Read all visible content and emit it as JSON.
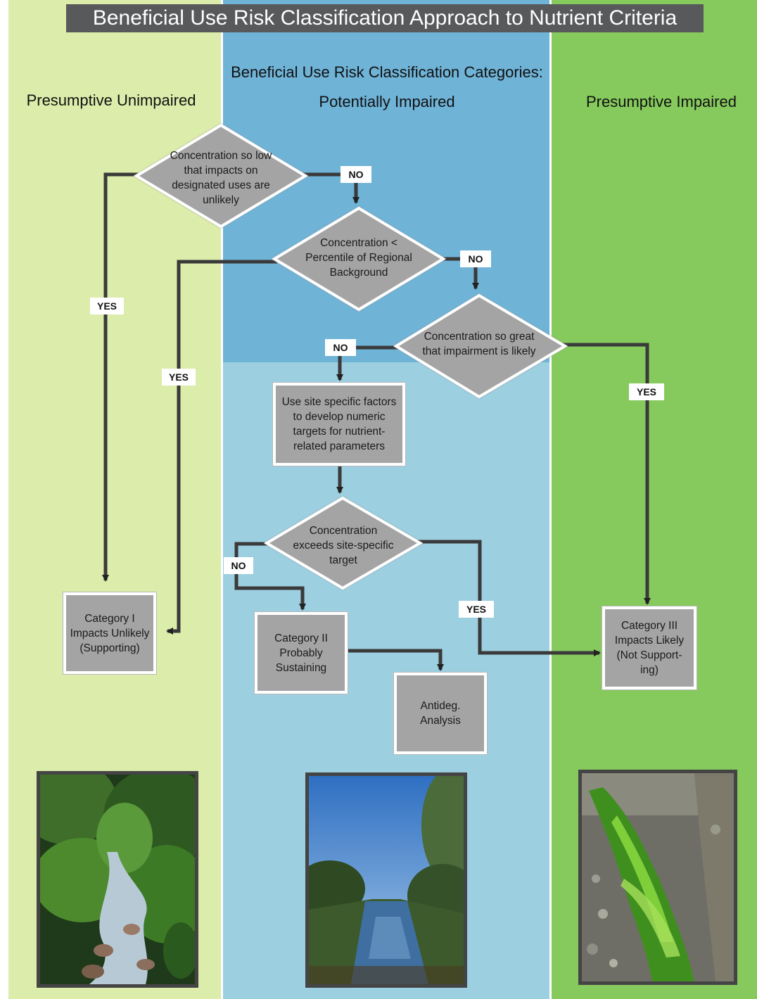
{
  "title": "Beneficial Use Risk Classification Approach to Nutrient Criteria",
  "categories_heading": "Beneficial Use Risk Classification Categories:",
  "columns": {
    "left": "Presumptive Unimpaired",
    "middle": "Potentially Impaired",
    "right": "Presumptive Impaired"
  },
  "nodes": {
    "d1": "Concentration so low that impacts on designated uses are unlikely",
    "d2": "Concentration < Percentile of Regional Background",
    "d3": "Concentration so great that impairment is likely",
    "site_factors": "Use site specific factors to develop numeric targets for nutrient-related parameters",
    "d4": "Concentration exceeds site-specific target",
    "cat1": "Category I Impacts Unlikely (Supporting)",
    "cat2": "Category II Probably Sustaining",
    "antideg": "Antideg. Analysis",
    "cat3": "Category III Impacts Likely (Not Support-ing)"
  },
  "labels": {
    "yes": "YES",
    "no": "NO"
  },
  "colors": {
    "left_column": "#dcecaa",
    "middle_top": "#6fb3d7",
    "middle_bottom": "#9ccfe0",
    "right_column": "#86c95d",
    "node_fill": "#a4a4a4",
    "title_bar": "#58595b"
  },
  "photos": [
    "mountain-stream-photo",
    "river-photo",
    "algae-stream-photo"
  ]
}
